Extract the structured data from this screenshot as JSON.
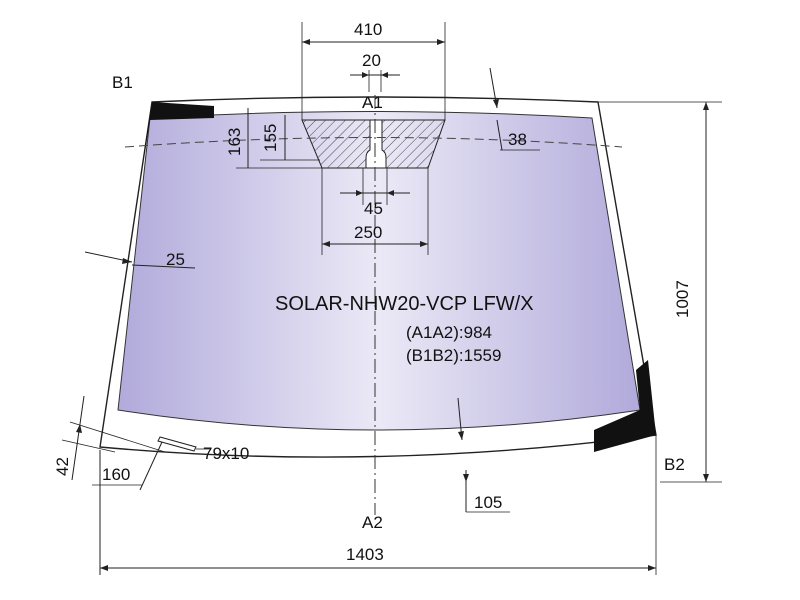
{
  "title": "SOLAR-NHW20-VCP LFW/X",
  "specs": {
    "a1a2": "(A1A2):984",
    "b1b2": "(B1B2):1559"
  },
  "points": {
    "b1": "B1",
    "b2": "B2",
    "a1": "A1",
    "a2": "A2"
  },
  "dimensions": {
    "d410": "410",
    "d20": "20",
    "d163": "163",
    "d155": "155",
    "d38": "38",
    "d45": "45",
    "d250": "250",
    "d25": "25",
    "d1007": "1007",
    "d42": "42",
    "d160": "160",
    "d79x10": "79x10",
    "d105": "105",
    "d1403": "1403"
  },
  "colors": {
    "tint_center": "#e8e6f4",
    "tint_edge": "#a9a2d6",
    "black_band": "#111111"
  }
}
